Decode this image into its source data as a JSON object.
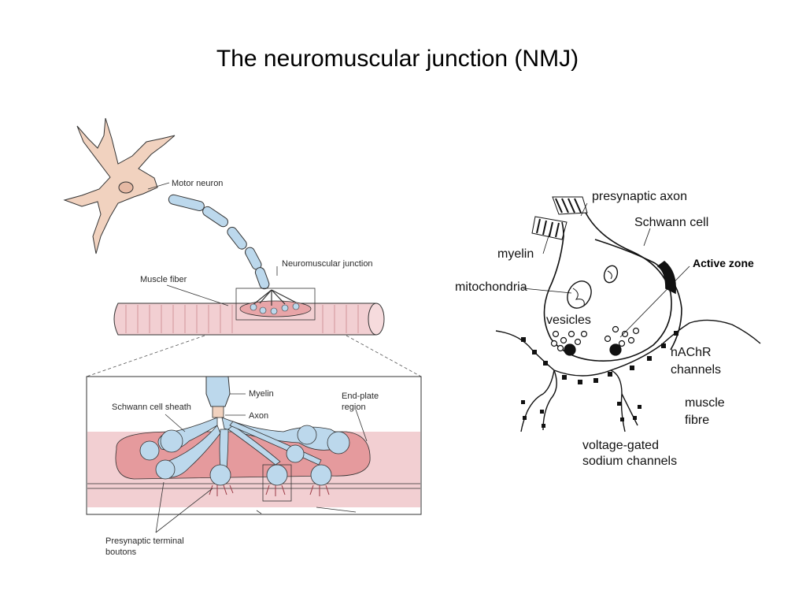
{
  "title": "The neuromuscular junction (NMJ)",
  "left_diagram": {
    "labels": {
      "motor_neuron": "Motor neuron",
      "neuromuscular_junction": "Neuromuscular junction",
      "muscle_fiber": "Muscle fiber",
      "myelin": "Myelin",
      "axon": "Axon",
      "schwann_cell_sheath": "Schwann cell sheath",
      "end_plate_line1": "End-plate",
      "end_plate_line2": "region",
      "presynaptic_line1": "Presynaptic terminal",
      "presynaptic_line2": "boutons"
    }
  },
  "right_diagram": {
    "labels": {
      "presynaptic_axon": "presynaptic axon",
      "schwann_cell": "Schwann cell",
      "active_zone": "Active zone",
      "myelin": "myelin",
      "mitochondria": "mitochondria",
      "vesicles": "vesicles",
      "nachr_line1": "nAChR",
      "nachr_line2": "channels",
      "muscle_line1": "muscle",
      "muscle_line2": "fibre",
      "vg_line1": "voltage-gated",
      "vg_line2": "sodium channels"
    }
  },
  "colors": {
    "neuron": "#f1d2bf",
    "axon_myelin": "#bcd8ec",
    "muscle": "#f2cfd2",
    "muscle_inner": "#e59a9d",
    "outline": "#333333"
  }
}
